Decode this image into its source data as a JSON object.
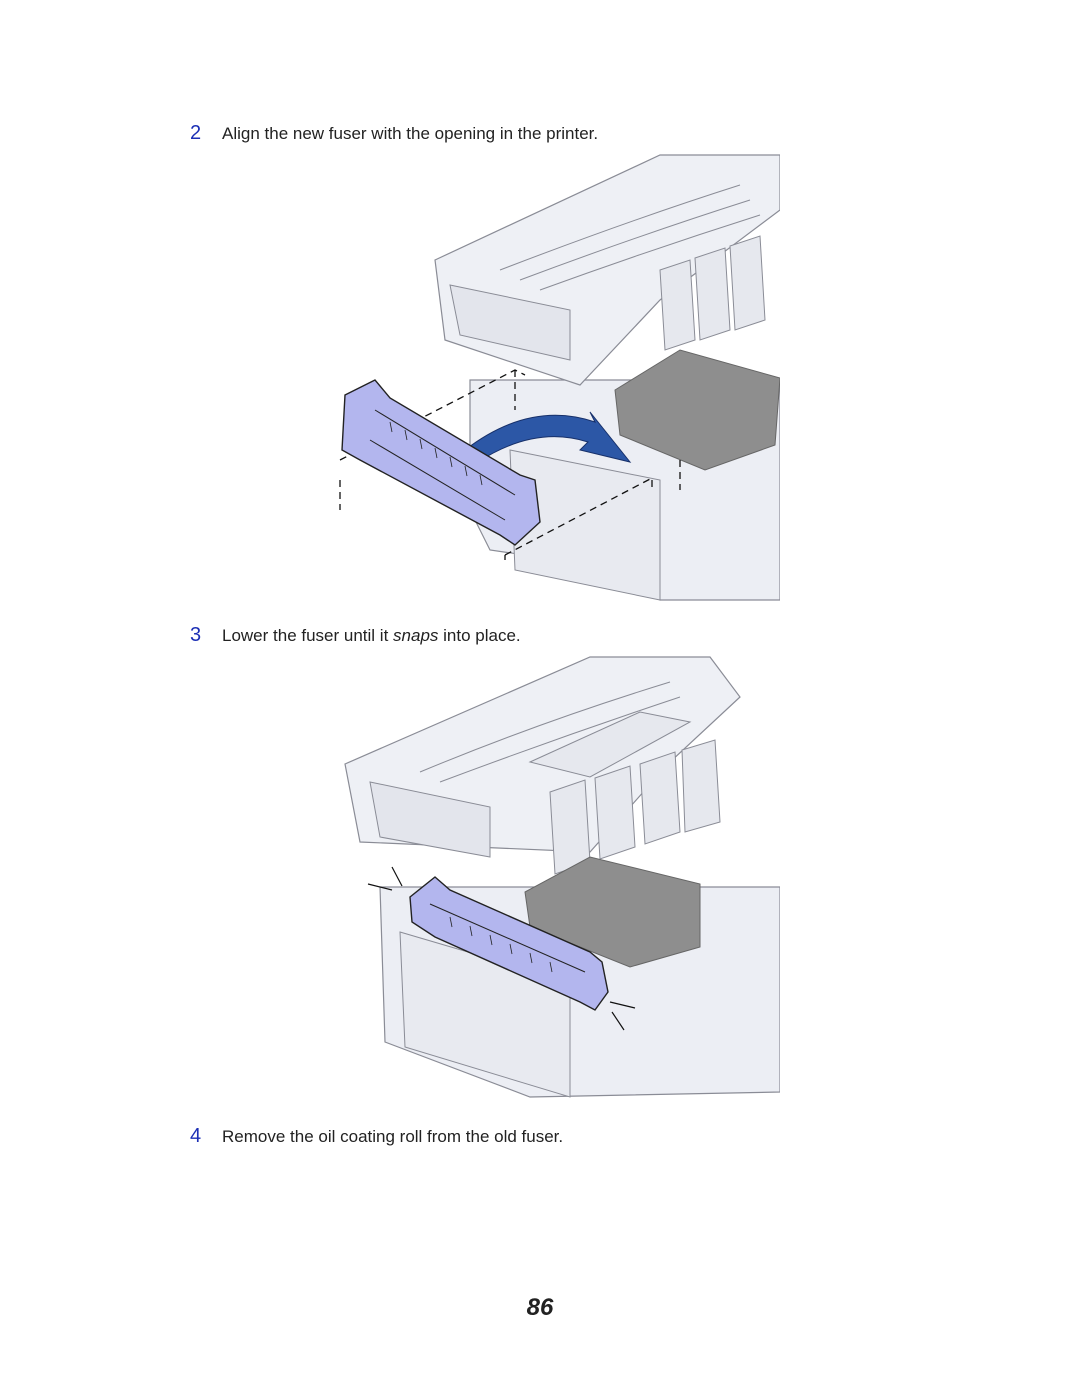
{
  "steps": [
    {
      "number": "2",
      "text": "Align the new fuser with the opening in the printer."
    },
    {
      "number": "3",
      "text_before": "Lower the fuser until it ",
      "text_em": "snaps",
      "text_after": " into place."
    },
    {
      "number": "4",
      "text": "Remove the oil coating roll from the old fuser."
    }
  ],
  "page_number": "86",
  "colors": {
    "step_number": "#1c2fb5",
    "arrow": "#2c57a6",
    "fuser": "#b3b6ee",
    "belt": "#8e8e8e",
    "printer": "#eceef4"
  }
}
